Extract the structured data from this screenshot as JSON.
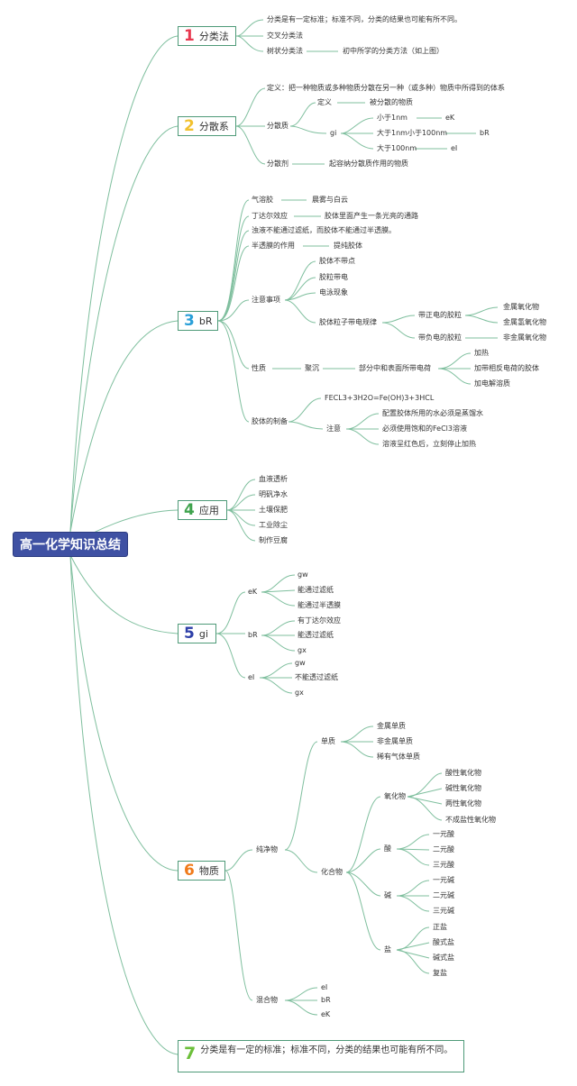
{
  "root": "高一化学知识总结",
  "colors": {
    "line": "#7fbf9e",
    "n1": "#e8384f",
    "n2": "#f2c12e",
    "n3": "#2a9fd8",
    "n4": "#3fa34d",
    "n5": "#2d3fa8",
    "n6": "#f07a1a",
    "n7": "#6cbf3a"
  },
  "topics": [
    {
      "num": "1",
      "label": "分类法"
    },
    {
      "num": "2",
      "label": "分散系"
    },
    {
      "num": "3",
      "label": "bR"
    },
    {
      "num": "4",
      "label": "应用"
    },
    {
      "num": "5",
      "label": "gi"
    },
    {
      "num": "6",
      "label": "物质"
    }
  ],
  "t1": {
    "a": "分类是有一定标准；标准不同，分类的结果也可能有所不同。",
    "b": "交叉分类法",
    "c": "树状分类法",
    "c1": "初中所学的分类方法（如上图）"
  },
  "t2": {
    "def": "定义：把一种物质或多种物质分散在另一种（或多种）物质中所得到的体系",
    "zhi": "分散质",
    "zdef": "定义",
    "zdefv": "被分散的物质",
    "gi": "gi",
    "s1": "小于1nm",
    "s1v": "eK",
    "s2": "大于1nm小于100nm",
    "s2v": "bR",
    "s3": "大于100nm",
    "s3v": "eI",
    "ji": "分散剂",
    "jiv": "起容纳分散质作用的物质"
  },
  "t3": {
    "qrj": "气溶胶",
    "qrjv": "晨雾与白云",
    "tde": "丁达尔效应",
    "tdev": "胶体里面产生一条光亮的通路",
    "zy": "浊液不能通过滤纸，而胶体不能通过半透膜。",
    "btm": "半透膜的作用",
    "btmv": "提纯胶体",
    "zysx": "注意事项",
    "z1": "胶体不带点",
    "z2": "胶粒带电",
    "z3": "电泳现象",
    "z4": "胶体粒子带电规律",
    "zd": "带正电的胶粒",
    "zd1": "金属氧化物",
    "zd2": "金属氢氧化物",
    "fd": "带负电的胶粒",
    "fd1": "非金属氧化物",
    "xz": "性质",
    "jc": "聚沉",
    "jcv": "部分中和表面所带电荷",
    "j1": "加热",
    "j2": "加带相反电荷的胶体",
    "j3": "加电解溶质",
    "zb": "胶体的制备",
    "eq": "FECL3+3H2O=Fe(OH)3+3HCL",
    "zy2": "注意",
    "n1": "配置胶体所用的水必须是蒸馏水",
    "n2": "必须使用饱和的FeCl3溶液",
    "n3": "溶液呈红色后，立刻停止加热"
  },
  "t4": {
    "items": [
      "血液透析",
      "明矾净水",
      "土壤保肥",
      "工业除尘",
      "制作豆腐"
    ]
  },
  "t5": {
    "ek": "eK",
    "ek1": "gw",
    "ek2": "能通过滤纸",
    "ek3": "能通过半透膜",
    "br": "bR",
    "br1": "有丁达尔效应",
    "br2": "能透过滤纸",
    "br3": "gx",
    "ei": "eI",
    "ei1": "gw",
    "ei2": "不能透过滤纸",
    "ei3": "gx"
  },
  "t6": {
    "cjw": "纯净物",
    "dz": "单质",
    "dz1": "金属单质",
    "dz2": "非金属单质",
    "dz3": "稀有气体单质",
    "hhw": "化合物",
    "yhw": "氧化物",
    "y1": "酸性氧化物",
    "y2": "碱性氧化物",
    "y3": "两性氧化物",
    "y4": "不成盐性氧化物",
    "s": "酸",
    "s1": "一元酸",
    "s2": "二元酸",
    "s3": "三元酸",
    "j": "碱",
    "j1": "一元碱",
    "j2": "二元碱",
    "j3": "三元碱",
    "y": "盐",
    "yy1": "正盐",
    "yy2": "酸式盐",
    "yy3": "碱式盐",
    "yy4": "复盐",
    "hh": "混合物",
    "h1": "eI",
    "h2": "bR",
    "h3": "eK"
  },
  "note": {
    "num": "7",
    "text": "分类是有一定的标准；标准不同，分类的结果也可能有所不同。"
  }
}
